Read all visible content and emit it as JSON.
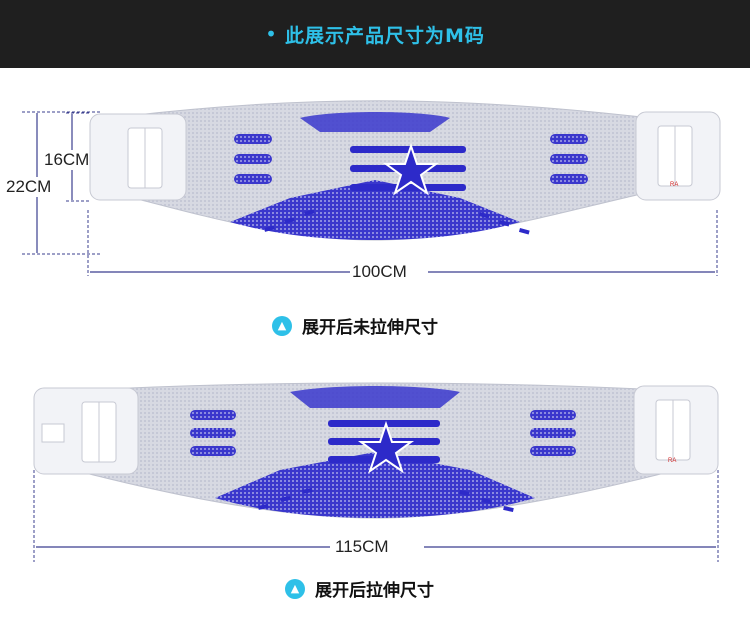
{
  "header": {
    "title": "此展示产品尺寸为M码"
  },
  "belt_unstretched": {
    "height_inner": "16CM",
    "height_outer": "22CM",
    "width": "100CM",
    "caption": "展开后未拉伸尺寸",
    "brand_mark": "RA"
  },
  "belt_stretched": {
    "width": "115CM",
    "caption": "展开后拉伸尺寸",
    "brand_mark": "RA"
  },
  "colors": {
    "accent": "#2ec0e8",
    "header_bg": "#1f1f1f",
    "belt_blue": "#2d2ac9",
    "belt_grey": "#d9dbe3",
    "dim_line": "#3b3f8f"
  },
  "icons": {
    "header_bullet": "dot-icon",
    "caption_marker": "triangle-up-icon",
    "belt_emblem": "star-icon"
  }
}
